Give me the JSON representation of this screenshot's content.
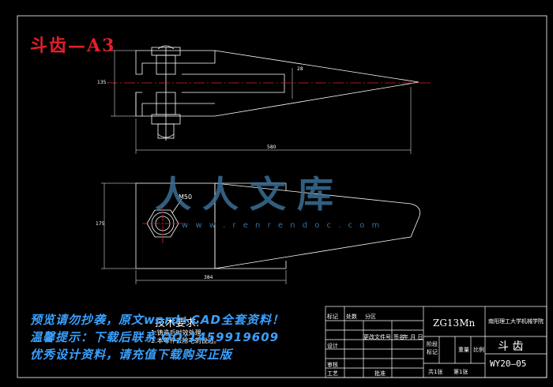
{
  "title": "斗齿—A3",
  "dimensions": {
    "top_width": "580",
    "top_height": "135",
    "slot": "28",
    "bottom_width": "384",
    "bottom_height": "175",
    "bolt": "M50"
  },
  "tech_requirements": {
    "heading": "技术要求:",
    "items": [
      "1.铸造后时效处理",
      "2.本零件去除毛刺锐边。"
    ]
  },
  "watermark": {
    "line1": "预览请勿抄袭，原文word+CAD全套资料！",
    "line2": "温馨提示：下载后联系 QQ:1459919609",
    "line3": "优秀设计资料，请充值下载购买正版",
    "logo_text": "人人文库",
    "logo_url": "w w w . r e n r e n d o c . c o m"
  },
  "title_block": {
    "material": "ZG13Mn",
    "school": "南阳理工大学机械学院",
    "part_name": "斗 齿",
    "drawing_code": "WY20—05",
    "labels": {
      "design": "设计",
      "check": "审核",
      "process": "工艺",
      "approve": "批准",
      "stage": "阶段标记",
      "weight": "重量",
      "scale": "比例",
      "sheet_total": "共1张",
      "sheet_no": "第1张",
      "sign": "签名",
      "date": "年 月 日",
      "file_no": "更改文件号",
      "mark": "标记",
      "count": "处数",
      "zone": "分区"
    }
  }
}
